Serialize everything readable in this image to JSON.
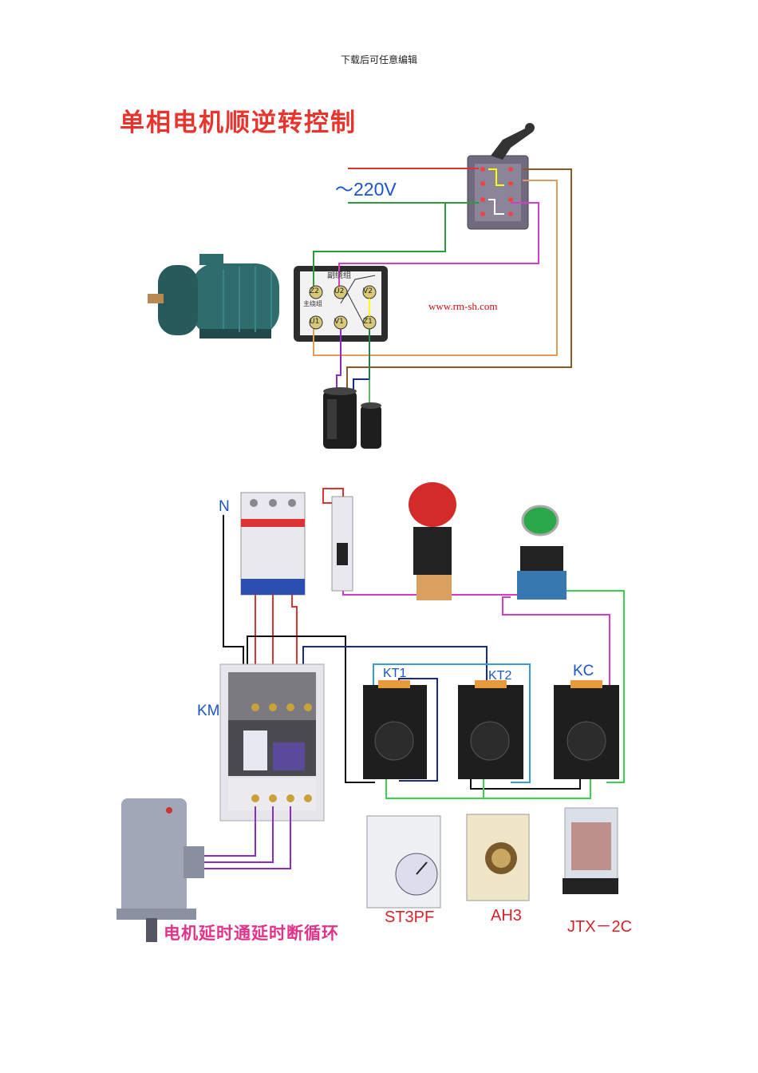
{
  "header": {
    "note": "下载后可任意编辑"
  },
  "diagram1": {
    "title": "单相电机顺逆转控制",
    "voltage_label": "～220V",
    "website": "www.rm-sh.com",
    "terminal_box": {
      "top_label": "副绕组",
      "side_label": "主绕组",
      "terminals": [
        "Z2",
        "U2",
        "V2",
        "U1",
        "V1",
        "Z1"
      ]
    }
  },
  "diagram2": {
    "title": "电机延时通延时断循环",
    "labels": {
      "neutral": "N",
      "contactor": "KM",
      "relay1": "KT1",
      "relay2": "KT2",
      "relay3": "KC"
    },
    "components": [
      "ST3PF",
      "AH3",
      "JTX－2C"
    ]
  },
  "colors": {
    "title_red": "#e8342d",
    "title_pink": "#e0338a",
    "label_blue": "#1a55c8",
    "wire_red": "#d33",
    "wire_green": "#2a9d3a",
    "wire_brown": "#8a5a2b",
    "wire_orange": "#e89a5a",
    "wire_magenta": "#d63cc8",
    "wire_navy": "#1b2a8a",
    "wire_black": "#111111",
    "wire_bright_green": "#3ad24a",
    "wire_cyan": "#3a9ad8",
    "wire_purple": "#8a2bd0"
  }
}
